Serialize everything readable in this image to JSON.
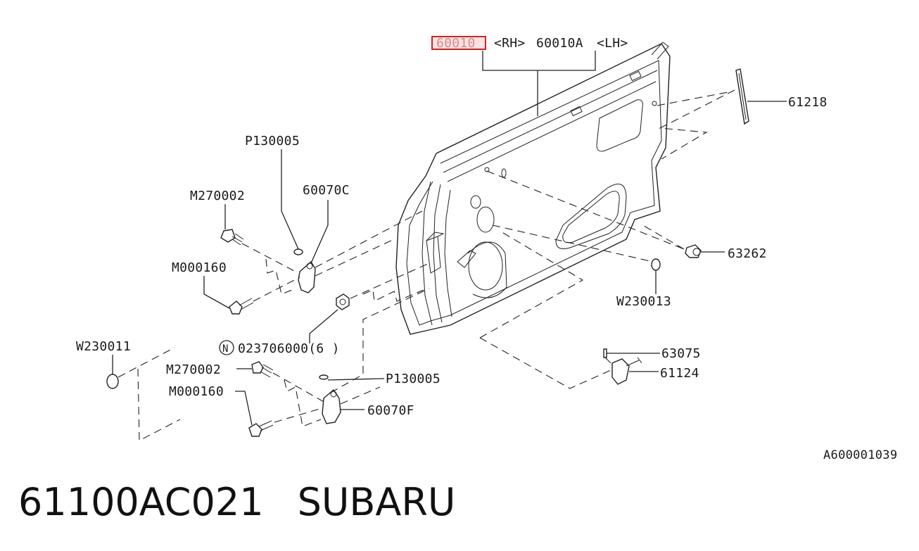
{
  "diagram": {
    "highlight_part": "60010",
    "title_rest_rh": "<RH>",
    "title_lh_part": "60010A",
    "title_rest_lh": "<LH>",
    "labels": {
      "p61218": "61218",
      "p63262": "63262",
      "w230013": "W230013",
      "p130005_top": "P130005",
      "m270002_top": "M270002",
      "p60070c": "60070C",
      "m000160_top": "M000160",
      "n023706000_prefix": "N",
      "n023706000": "023706000(6 )",
      "w230011": "W230011",
      "m270002_bottom": "M270002",
      "m000160_bottom": "M000160",
      "p130005_bottom": "P130005",
      "p60070f": "60070F",
      "p63075": "63075",
      "p61124": "61124"
    },
    "figure_code": "A600001039",
    "highlight_color": "#d42020",
    "highlight_fill": "#fbe3e3"
  },
  "footer": {
    "part_number": "61100AC021",
    "brand": "SUBARU"
  }
}
